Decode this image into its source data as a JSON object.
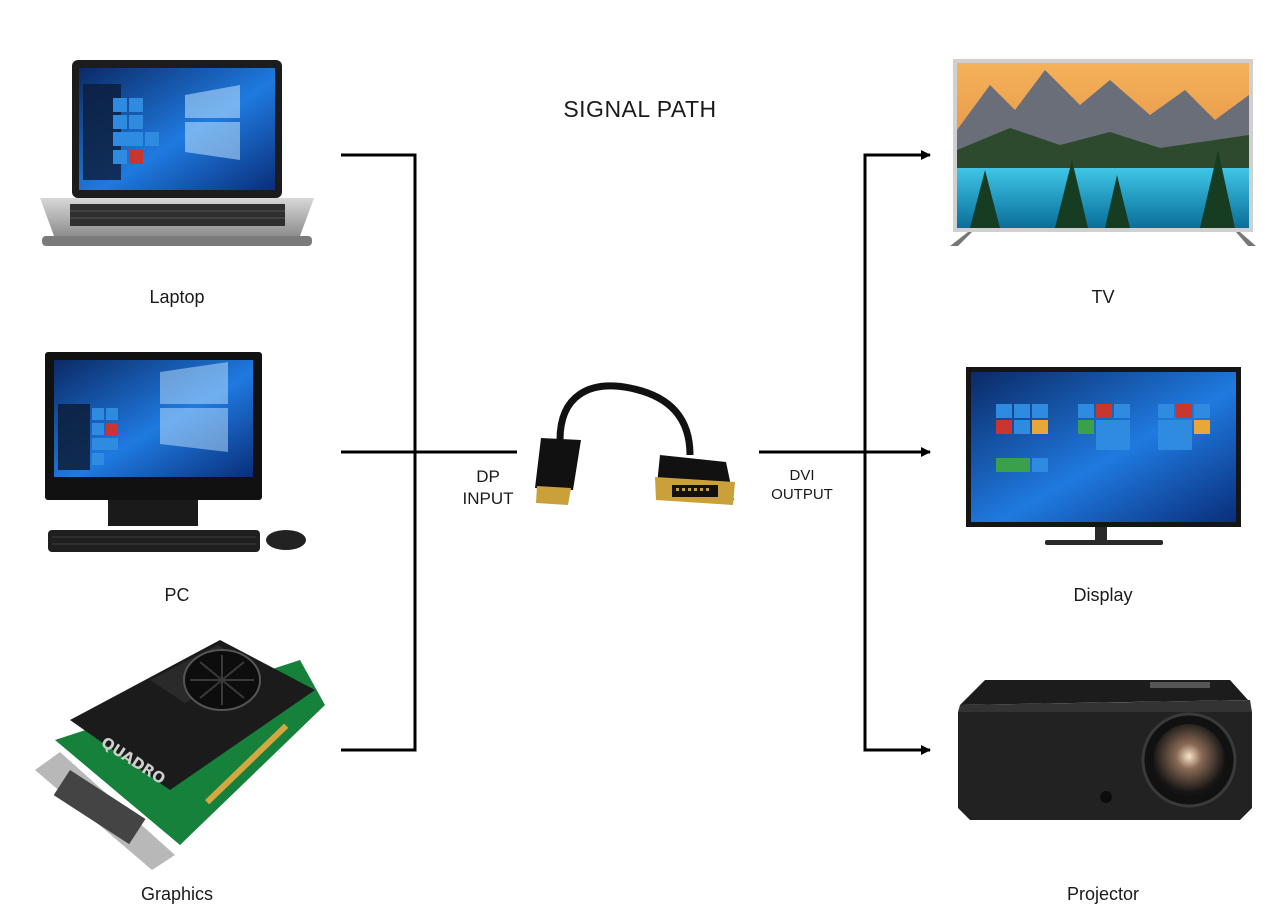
{
  "title": "SIGNAL PATH",
  "sources": [
    {
      "label": "Laptop",
      "icon": "laptop-icon"
    },
    {
      "label": "PC",
      "icon": "desktop-pc-icon"
    },
    {
      "label": "Graphics",
      "icon": "graphics-card-icon"
    }
  ],
  "adapter": {
    "input_line1": "DP",
    "input_line2": "INPUT",
    "output_line1": "DVI",
    "output_line2": "OUTPUT",
    "icon": "dp-to-dvi-adapter-icon"
  },
  "destinations": [
    {
      "label": "TV",
      "icon": "tv-icon"
    },
    {
      "label": "Display",
      "icon": "monitor-icon"
    },
    {
      "label": "Projector",
      "icon": "projector-icon"
    }
  ],
  "colors": {
    "line": "#000000",
    "screen": "#1d6fd0",
    "device": "#2b2b2b"
  }
}
